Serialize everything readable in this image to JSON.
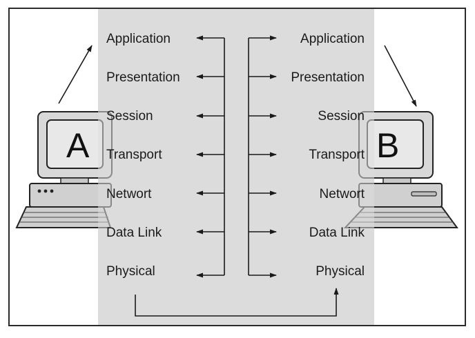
{
  "computers": [
    {
      "id": "left",
      "letter": "A"
    },
    {
      "id": "right",
      "letter": "B"
    }
  ],
  "left_stack": [
    "Application",
    "Presentation",
    "Session",
    "Transport",
    "Networt",
    "Data Link",
    "Physical"
  ],
  "right_stack": [
    "Application",
    "Presentation",
    "Session",
    "Transport",
    "Networt",
    "Data Link",
    "Physical"
  ],
  "colors": {
    "band": "#dcdcdc",
    "frame": "#2a2a2a",
    "line": "#1a1a1a",
    "text": "#1a1a1a"
  }
}
